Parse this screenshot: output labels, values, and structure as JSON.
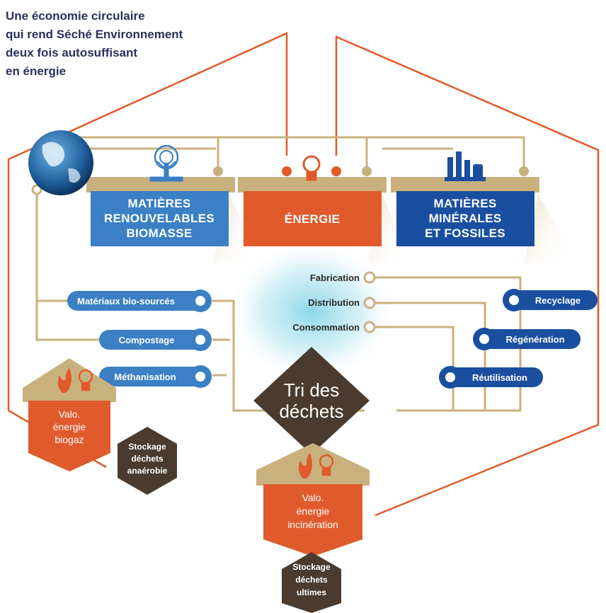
{
  "title": {
    "line1": "Une économie circulaire",
    "line2": "qui rend Séché Environnement",
    "line3": "deux fois autosuffisant",
    "line4": "en énergie"
  },
  "categories": {
    "renouvelables": {
      "line1": "MATIÈRES",
      "line2": "RENOUVELABLES",
      "line3": "BIOMASSE",
      "color": "#3b7fc4"
    },
    "energie": {
      "line1": "ÉNERGIE",
      "color": "#e05a2b"
    },
    "minerales": {
      "line1": "MATIÈRES",
      "line2": "MINÉRALES",
      "line3": "ET FOSSILES",
      "color": "#1a4fa0"
    }
  },
  "left_pills": [
    "Matériaux bio-sourcés",
    "Compostage",
    "Méthanisation"
  ],
  "right_pills": [
    "Recyclage",
    "Régénération",
    "Réutilisation"
  ],
  "flow_steps": [
    "Fabrication",
    "Distribution",
    "Consommation"
  ],
  "tri": {
    "line1": "Tri des",
    "line2": "déchets"
  },
  "valo_biogaz": {
    "line1": "Valo.",
    "line2": "énergie",
    "line3": "biogaz"
  },
  "valo_incineration": {
    "line1": "Valo.",
    "line2": "énergie",
    "line3": "incinération"
  },
  "stockage_anaerobie": {
    "line1": "Stockage",
    "line2": "déchets",
    "line3": "anaérobie"
  },
  "stockage_ultimes": {
    "line1": "Stockage",
    "line2": "déchets",
    "line3": "ultimes"
  },
  "colors": {
    "orange": "#e05a2b",
    "light_blue": "#3b7fc4",
    "dark_blue": "#1a4fa0",
    "tan": "#c9b17e",
    "brown": "#4a3b2e",
    "navy_title": "#2b2f5e"
  },
  "icons": [
    "globe-icon",
    "tree-icon",
    "lightbulb-icon",
    "factory-icon",
    "flame-icon"
  ]
}
